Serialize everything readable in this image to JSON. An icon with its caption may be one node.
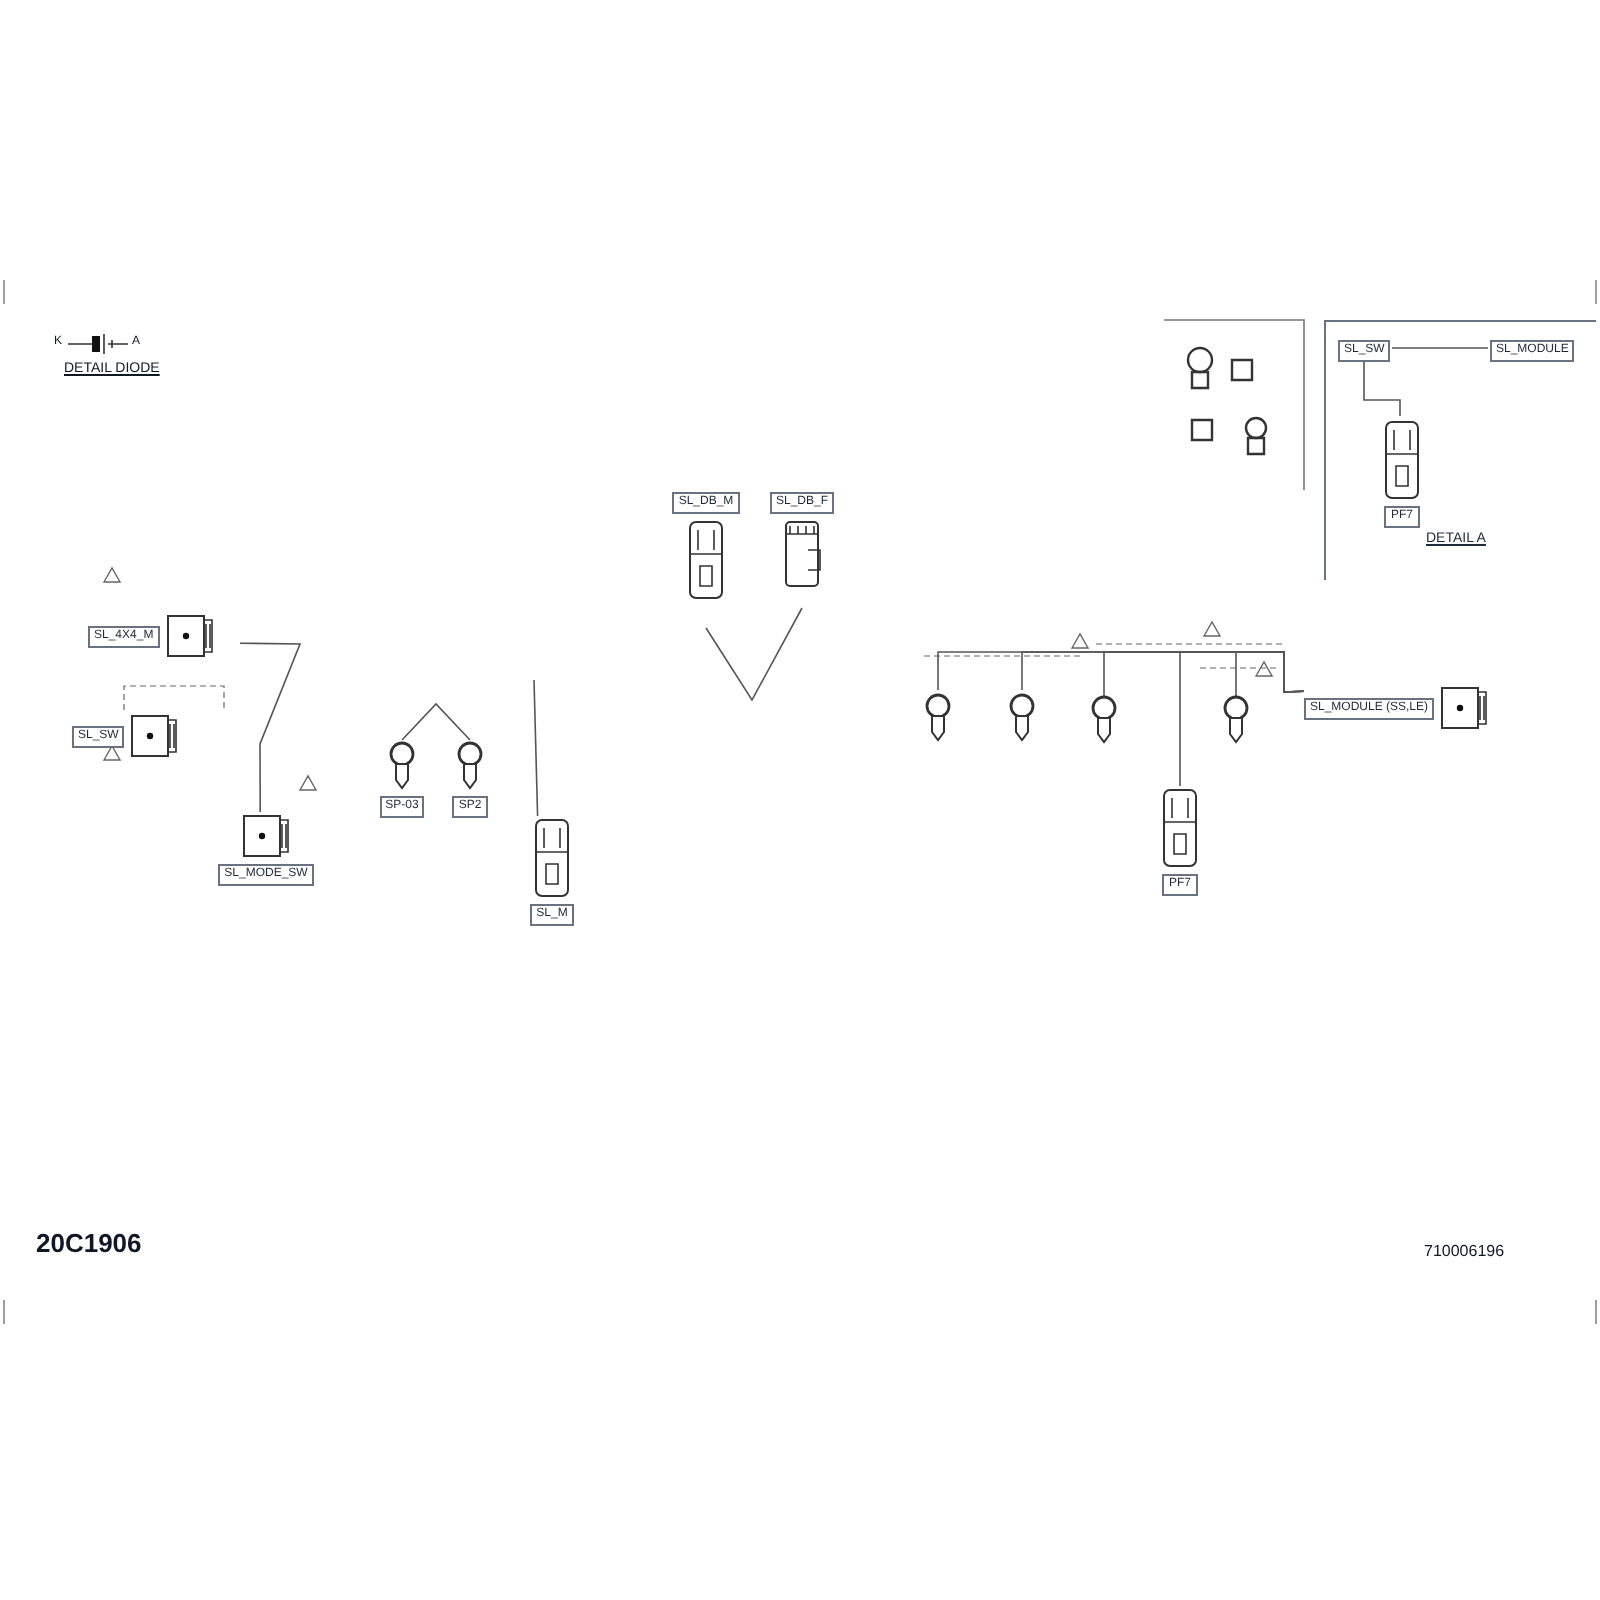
{
  "diagram": {
    "nodes": [
      {
        "text": [
          "SL_4X4_M"
        ]
      },
      {
        "text": [
          "SL_SW"
        ]
      },
      {
        "text": [
          "SL_MODE_SW"
        ]
      },
      {
        "text": [
          "SP-03"
        ]
      },
      {
        "text": [
          "SP2"
        ]
      },
      {
        "text": [
          "SL_M"
        ]
      },
      {
        "text": [
          "SL_DB_M"
        ]
      },
      {
        "text": [
          "SL_DB_F"
        ]
      },
      {
        "text": [
          "PF7"
        ]
      },
      {
        "text": [
          "SL_MODULE",
          "(SS,LE)"
        ]
      },
      {
        "text": [],
        "shape": "picture"
      },
      {
        "text": [],
        "shape": "picture"
      },
      {
        "text": [],
        "shape": "picture"
      },
      {
        "text": [],
        "shape": "picture"
      },
      {
        "text": [
          "DETAIL A"
        ]
      },
      {
        "text": [
          "SL_SW"
        ],
        "in": 14
      },
      {
        "text": [
          "SL_MODULE"
        ],
        "in": 14
      },
      {
        "text": [
          "PF7"
        ],
        "in": 14
      }
    ],
    "edges": [
      {
        "from": 0,
        "to": 2,
        "arrow": "none"
      },
      {
        "from": 3,
        "to": 4,
        "arrow": "none"
      },
      {
        "from": null,
        "to": 5,
        "arrow": "none"
      },
      {
        "from": 6,
        "to": 7,
        "arrow": "none"
      },
      {
        "from": 10,
        "to": 9,
        "arrow": "none"
      },
      {
        "from": 11,
        "to": 9,
        "arrow": "none"
      },
      {
        "from": 12,
        "to": 9,
        "arrow": "none"
      },
      {
        "from": 13,
        "to": 9,
        "arrow": "none"
      },
      {
        "from": 8,
        "to": 9,
        "arrow": "none"
      },
      {
        "from": 15,
        "to": 16,
        "arrow": "none"
      },
      {
        "from": 15,
        "to": 17,
        "arrow": "none"
      }
    ],
    "labels": [
      "K",
      "A",
      "DETAIL DIODE",
      "20C1906",
      "710006196"
    ]
  }
}
